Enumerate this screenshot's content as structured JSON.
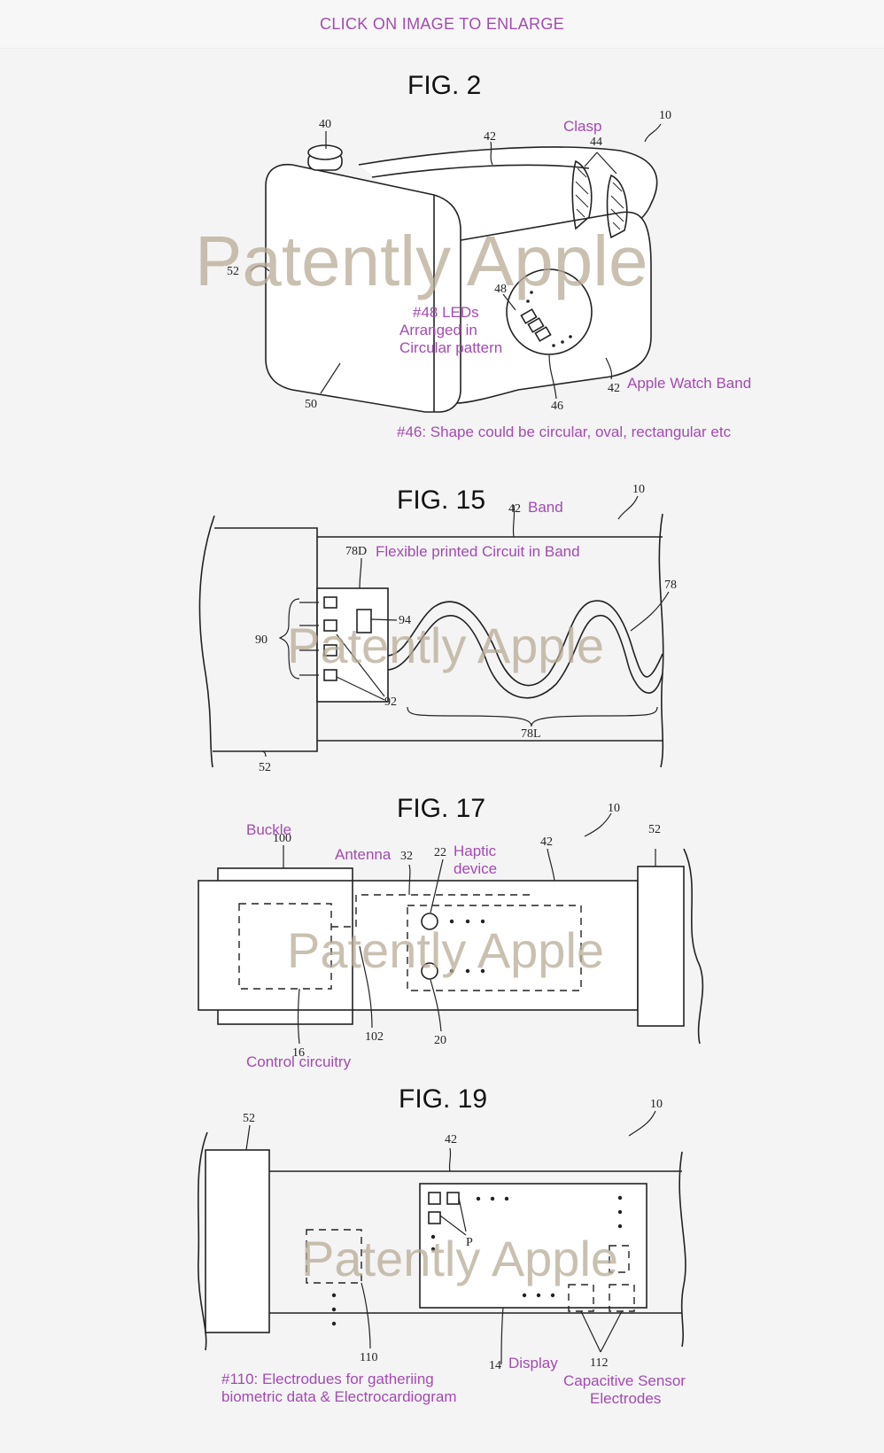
{
  "header": {
    "enlarge_link": "CLICK ON IMAGE TO ENLARGE"
  },
  "watermark": "Patently Apple",
  "colors": {
    "annotation": "#a24bb1",
    "watermark": "#b7ab96",
    "line": "#222222"
  },
  "fig2": {
    "title": "FIG. 2",
    "refs": {
      "r40": "40",
      "r42a": "42",
      "r44": "44",
      "r10": "10",
      "r52": "52",
      "r48": "48",
      "r50": "50",
      "r46": "46",
      "r42b": "42"
    },
    "annotations": {
      "clasp": "Clasp",
      "leds_1": "#48  LEDs",
      "leds_2": "Arranged in",
      "leds_3": "Circular pattern",
      "band": "Apple Watch Band",
      "shape": "#46: Shape could be circular, oval, rectangular etc"
    }
  },
  "fig15": {
    "title": "FIG. 15",
    "refs": {
      "r42": "42",
      "r10": "10",
      "r78d": "78D",
      "r78": "78",
      "r94": "94",
      "r90": "90",
      "r92": "92",
      "r78l": "78L",
      "r52": "52"
    },
    "annotations": {
      "band": "Band",
      "fpc": "Flexible printed Circuit in Band"
    }
  },
  "fig17": {
    "title": "FIG. 17",
    "refs": {
      "r10": "10",
      "r100": "100",
      "r32": "32",
      "r22": "22",
      "r42": "42",
      "r52": "52",
      "r102": "102",
      "r20": "20",
      "r16": "16"
    },
    "annotations": {
      "buckle": "Buckle",
      "antenna": "Antenna",
      "haptic_1": "Haptic",
      "haptic_2": "device",
      "control": "Control circuitry"
    }
  },
  "fig19": {
    "title": "FIG. 19",
    "refs": {
      "r52": "52",
      "r10": "10",
      "r42": "42",
      "rp": "P",
      "r110": "110",
      "r14": "14",
      "r112": "112"
    },
    "annotations": {
      "electrodes_1": "#110: Electrodues for gatheriing",
      "electrodes_2": "biometric data & Electrocardiogram",
      "display": "Display",
      "cap_1": "Capacitive Sensor",
      "cap_2": "Electrodes"
    }
  }
}
